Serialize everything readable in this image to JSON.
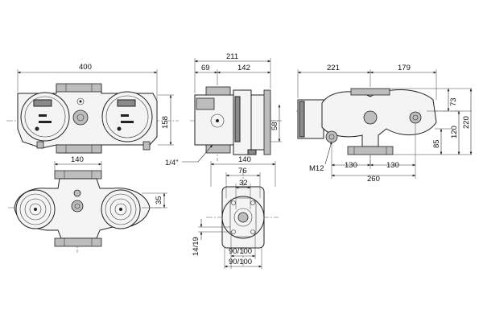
{
  "drawing": {
    "front_view": {
      "dims": {
        "overall_width": "400",
        "height_left": "158"
      }
    },
    "side_view": {
      "dims": {
        "overall_width": "211",
        "left_part": "69",
        "right_part": "142",
        "flange_height": "58",
        "thread": "1/4\""
      }
    },
    "right_view": {
      "dims": {
        "left_width": "221",
        "right_width": "179",
        "offset_top": "73",
        "height_120": "120",
        "height_220": "220",
        "height_85": "85",
        "bolt_spacing_left": "130",
        "bolt_spacing_right": "130",
        "overall_bolts": "260",
        "bolt_thread": "M12"
      }
    },
    "top_view": {
      "dims": {
        "width": "140",
        "offset": "35"
      }
    },
    "flange_view": {
      "dims": {
        "outer_width": "140",
        "inner_width": "76",
        "bore": "32",
        "pcd_1": "90/100",
        "pcd_2": "90/100",
        "hole_size": "14/19"
      }
    }
  }
}
